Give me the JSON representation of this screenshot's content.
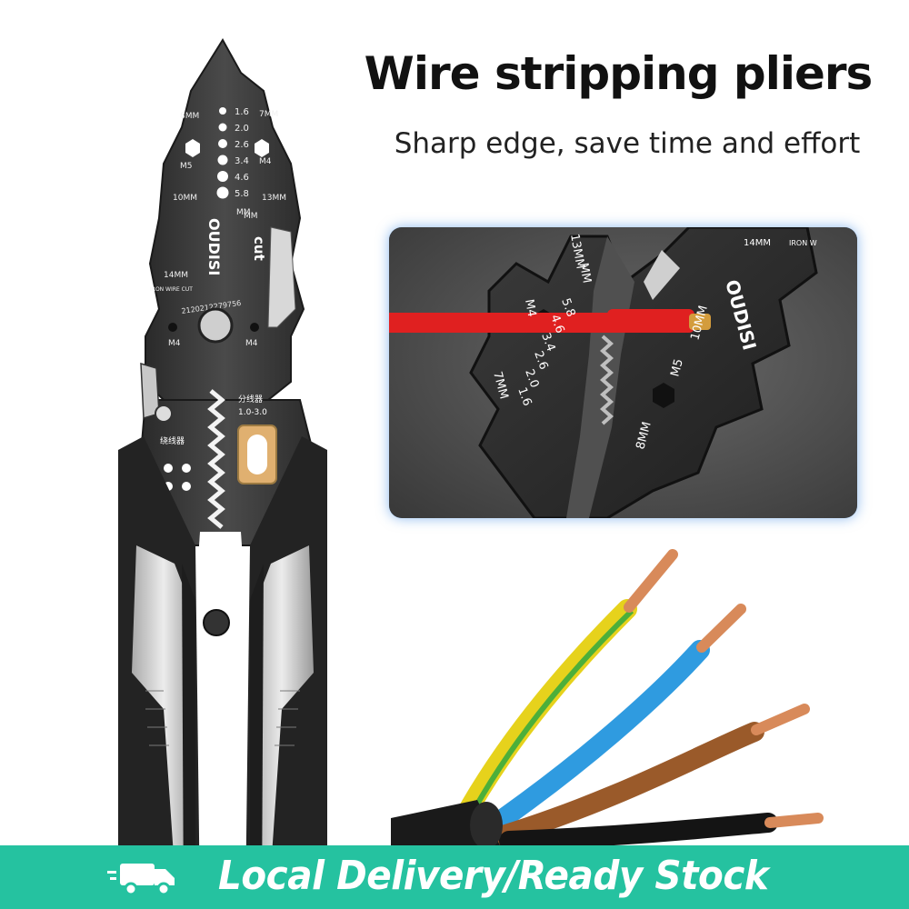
{
  "headline": "Wire stripping pliers",
  "subheadline": "Sharp edge, save time and effort",
  "banner": {
    "text": "Local Delivery/Ready Stock",
    "icon": "delivery-truck-icon",
    "color": "#25c2a0"
  },
  "pliers": {
    "brand": "OUDISI",
    "cut_label": "cut",
    "gauge_sizes": [
      "1.6",
      "2.0",
      "2.6",
      "3.4",
      "4.6",
      "5.8"
    ],
    "gauge_unit": "MM",
    "left_marks": [
      "8MM",
      "M5",
      "10MM",
      "14MM"
    ],
    "right_marks": [
      "7MM",
      "M4",
      "13MM"
    ],
    "iron_wire_label": "IRON WIRE CUT",
    "serial": "2120212279756",
    "bolt_left": "M4",
    "bolt_right": "M4",
    "splitter_label": "分线器",
    "splitter_range": "1.0-3.0",
    "winder_label": "绕线器"
  },
  "detail": {
    "brand": "OUDISI",
    "gauge_sizes": [
      "1.6",
      "2.0",
      "2.6",
      "3.4",
      "4.6",
      "5.8"
    ],
    "marks": [
      "MM",
      "13MM",
      "M4",
      "7MM",
      "10MM",
      "M5",
      "8MM",
      "14MM"
    ],
    "iron_label": "IRON W",
    "wire_color": "#e02020",
    "frame_color": "#2d7fe0"
  },
  "cables": {
    "wire_colors": [
      "#e6d21c",
      "#2f9be0",
      "#9a5a2a",
      "#141414"
    ],
    "jacket_color": "#1a1a1a",
    "copper_color": "#d88a5a"
  }
}
